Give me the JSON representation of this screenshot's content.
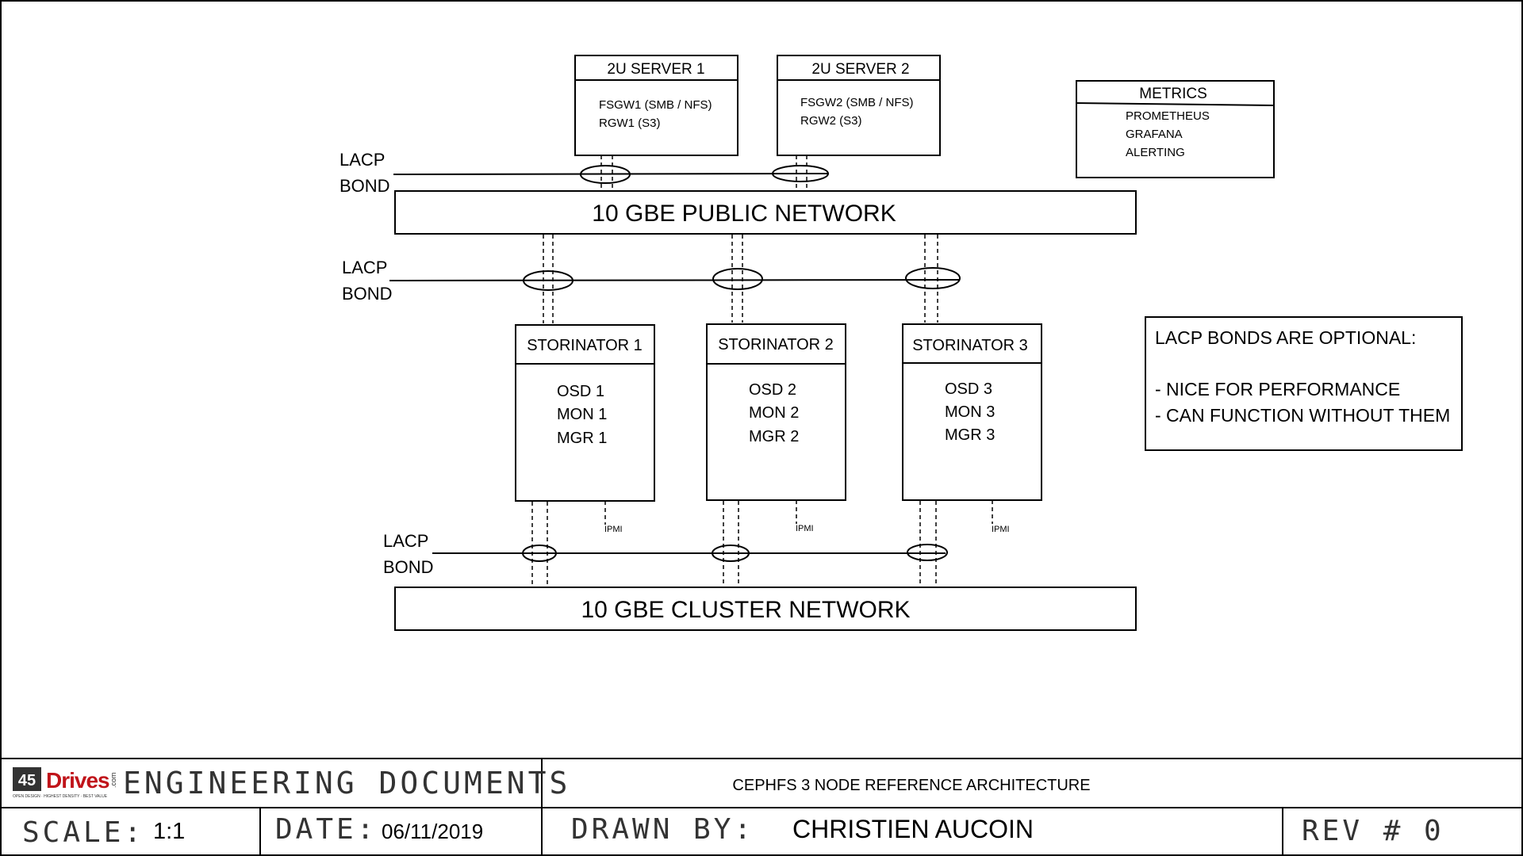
{
  "diagram": {
    "servers": [
      {
        "title": "2U SERVER 1",
        "lines": [
          "FSGW1 (SMB / NFS)",
          "RGW1  (S3)"
        ]
      },
      {
        "title": "2U SERVER 2",
        "lines": [
          "FSGW2 (SMB / NFS)",
          "RGW2   (S3)"
        ]
      }
    ],
    "metrics": {
      "title": "METRICS",
      "lines": [
        "PROMETHEUS",
        "GRAFANA",
        "ALERTING"
      ]
    },
    "lacp_labels": [
      {
        "line1": "LACP",
        "line2": "BOND"
      },
      {
        "line1": "LACP",
        "line2": "BOND"
      },
      {
        "line1": "LACP",
        "line2": "BOND"
      }
    ],
    "public_network": "10 GBE PUBLIC NETWORK",
    "cluster_network": "10 GBE CLUSTER NETWORK",
    "storinators": [
      {
        "title": "STORINATOR 1",
        "lines": [
          "OSD 1",
          "MON 1",
          "MGR 1"
        ],
        "ipmi": "IPMI"
      },
      {
        "title": "STORINATOR 2",
        "lines": [
          "OSD 2",
          "MON 2",
          "MGR 2"
        ],
        "ipmi": "IPMI"
      },
      {
        "title": "STORINATOR 3",
        "lines": [
          "OSD 3",
          "MON 3",
          "MGR 3"
        ],
        "ipmi": "IPMI"
      }
    ],
    "note": {
      "title": "LACP BONDS ARE OPTIONAL:",
      "items": [
        "- NICE FOR PERFORMANCE",
        "- CAN FUNCTION WITHOUT THEM"
      ]
    }
  },
  "title_block": {
    "logo_text": "45Drives",
    "logo_suffix": ".com",
    "logo_tagline": "OPEN DESIGN · HIGHEST DENSITY · BEST VALUE",
    "heading": "ENGINEERING DOCUMENTS",
    "document_title": "CEPHFS 3 NODE REFERENCE ARCHITECTURE",
    "scale_label": "SCALE:",
    "scale_value": "1:1",
    "date_label": "DATE:",
    "date_value": "06/11/2019",
    "drawn_label": "DRAWN BY:",
    "drawn_value": "CHRISTIEN AUCOIN",
    "rev_label": "REV # 0"
  }
}
